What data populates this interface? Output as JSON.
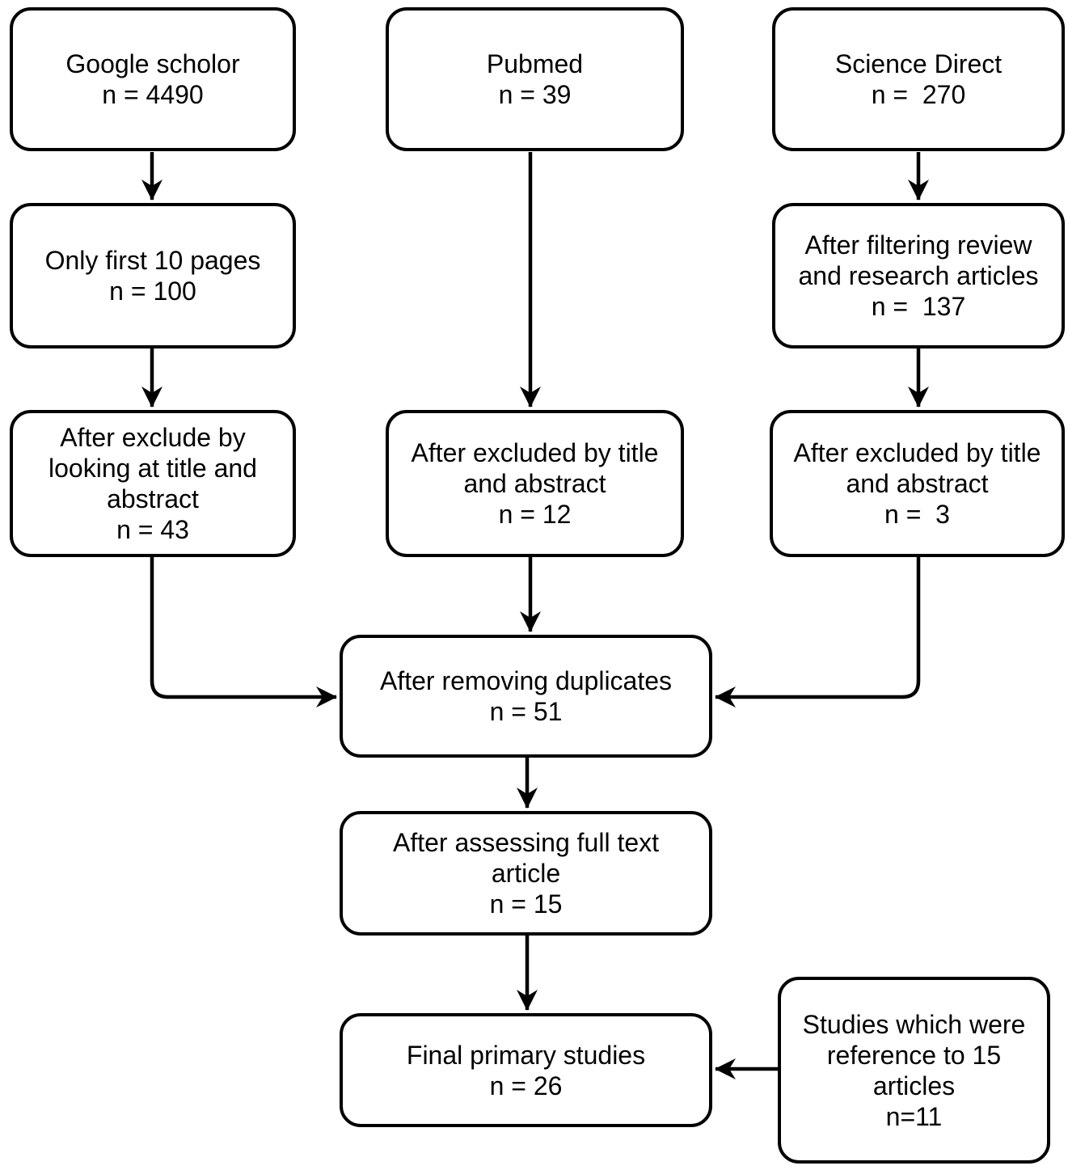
{
  "flowchart": {
    "type": "prisma-style-literature-selection-flow",
    "colors": {
      "box_border": "#000000",
      "box_fill": "#ffffff",
      "text": "#000000",
      "arrow": "#000000",
      "background": "#ffffff"
    },
    "nodes": [
      {
        "id": "google-scholar",
        "label": "Google scholor",
        "count": "n = 4490"
      },
      {
        "id": "pubmed",
        "label": "Pubmed",
        "count": "n = 39"
      },
      {
        "id": "science-direct",
        "label": "Science Direct",
        "count": "n =  270"
      },
      {
        "id": "first-10-pages",
        "label": "Only first 10 pages",
        "count": "n = 100"
      },
      {
        "id": "filtering-review-research",
        "label": "After filtering review\nand research articles",
        "count": "n =  137"
      },
      {
        "id": "excluded-title-abstract-gs",
        "label": "After exclude by\nlooking at title and\nabstract",
        "count": "n = 43"
      },
      {
        "id": "excluded-title-abstract-pm",
        "label": "After excluded by title\nand abstract",
        "count": "n = 12"
      },
      {
        "id": "excluded-title-abstract-sd",
        "label": "After excluded by title\nand abstract",
        "count": "n =  3"
      },
      {
        "id": "removing-duplicates",
        "label": "After removing duplicates",
        "count": "n = 51"
      },
      {
        "id": "assessing-full-text",
        "label": "After assessing full text\narticle",
        "count": "n = 15"
      },
      {
        "id": "final-primary-studies",
        "label": "Final primary studies",
        "count": "n = 26"
      },
      {
        "id": "reference-studies",
        "label": "Studies which were\nreference to 15\narticles",
        "count": "n=11"
      }
    ],
    "edges": [
      {
        "from": "google-scholar",
        "to": "first-10-pages"
      },
      {
        "from": "first-10-pages",
        "to": "excluded-title-abstract-gs"
      },
      {
        "from": "pubmed",
        "to": "excluded-title-abstract-pm"
      },
      {
        "from": "science-direct",
        "to": "filtering-review-research"
      },
      {
        "from": "filtering-review-research",
        "to": "excluded-title-abstract-sd"
      },
      {
        "from": "excluded-title-abstract-gs",
        "to": "removing-duplicates"
      },
      {
        "from": "excluded-title-abstract-pm",
        "to": "removing-duplicates"
      },
      {
        "from": "excluded-title-abstract-sd",
        "to": "removing-duplicates"
      },
      {
        "from": "removing-duplicates",
        "to": "assessing-full-text"
      },
      {
        "from": "assessing-full-text",
        "to": "final-primary-studies"
      },
      {
        "from": "reference-studies",
        "to": "final-primary-studies"
      }
    ]
  }
}
